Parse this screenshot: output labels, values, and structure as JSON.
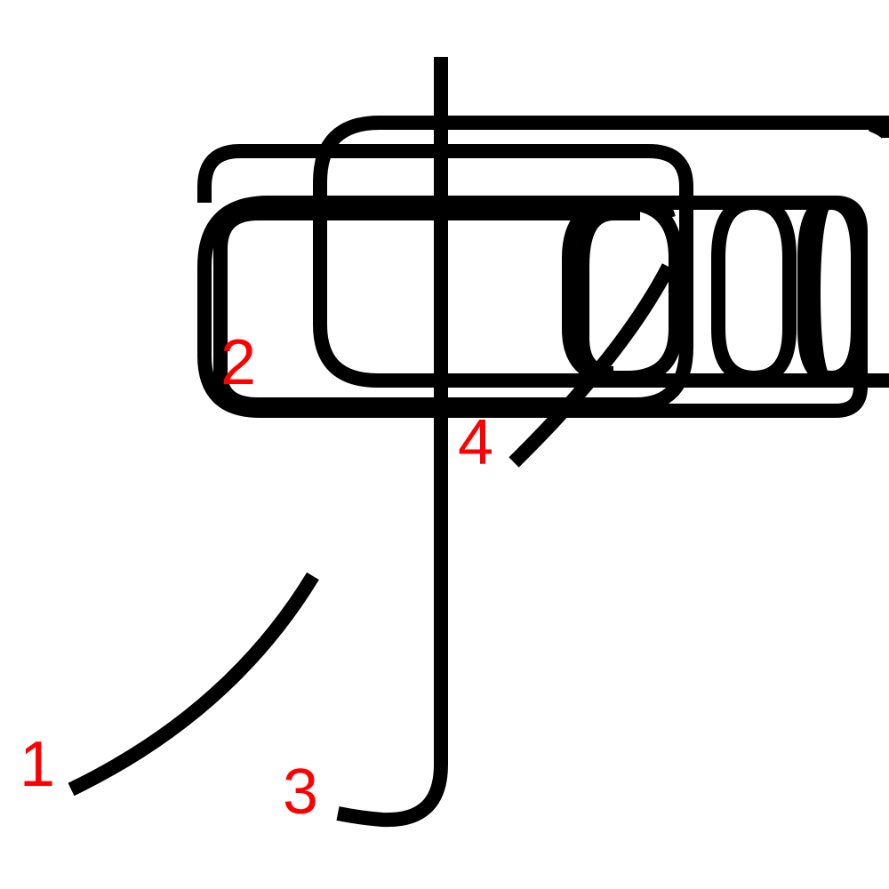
{
  "colors": {
    "background": "#ffffff",
    "stroke": "#000000",
    "label": "#ff0000"
  },
  "strokes": [
    {
      "label": "1"
    },
    {
      "label": "2"
    },
    {
      "label": "3"
    },
    {
      "label": "4"
    }
  ]
}
